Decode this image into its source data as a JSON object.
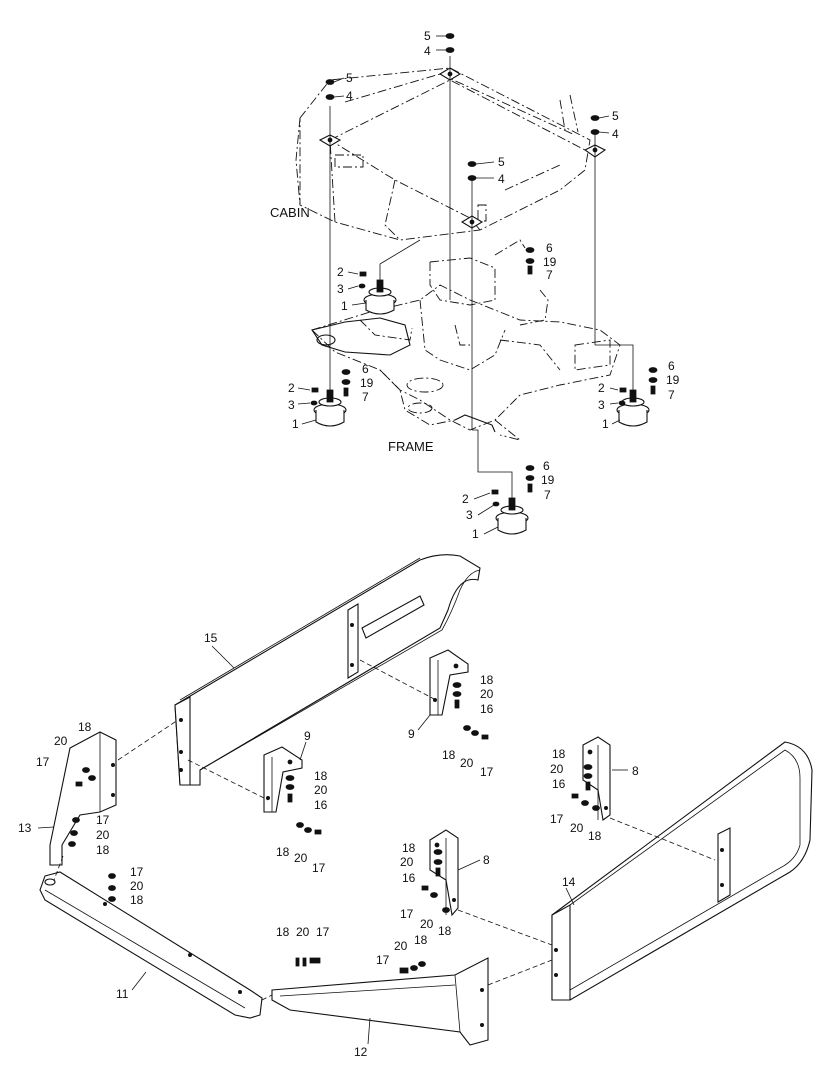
{
  "diagram": {
    "section_labels": {
      "cabin": "CABIN",
      "frame": "FRAME"
    },
    "callouts": [
      {
        "id": "c1",
        "text": "5"
      },
      {
        "id": "c2",
        "text": "4"
      },
      {
        "id": "c3",
        "text": "5"
      },
      {
        "id": "c4",
        "text": "4"
      },
      {
        "id": "c5",
        "text": "5"
      },
      {
        "id": "c6",
        "text": "4"
      },
      {
        "id": "c7",
        "text": "5"
      },
      {
        "id": "c8",
        "text": "4"
      },
      {
        "id": "c9",
        "text": "6"
      },
      {
        "id": "c10",
        "text": "19"
      },
      {
        "id": "c11",
        "text": "7"
      },
      {
        "id": "c12",
        "text": "2"
      },
      {
        "id": "c13",
        "text": "3"
      },
      {
        "id": "c14",
        "text": "1"
      },
      {
        "id": "c15",
        "text": "6"
      },
      {
        "id": "c16",
        "text": "19"
      },
      {
        "id": "c17",
        "text": "7"
      },
      {
        "id": "c18",
        "text": "2"
      },
      {
        "id": "c19",
        "text": "3"
      },
      {
        "id": "c20",
        "text": "1"
      },
      {
        "id": "c21",
        "text": "6"
      },
      {
        "id": "c22",
        "text": "19"
      },
      {
        "id": "c23",
        "text": "7"
      },
      {
        "id": "c24",
        "text": "2"
      },
      {
        "id": "c25",
        "text": "3"
      },
      {
        "id": "c26",
        "text": "1"
      },
      {
        "id": "c27",
        "text": "6"
      },
      {
        "id": "c28",
        "text": "19"
      },
      {
        "id": "c29",
        "text": "7"
      },
      {
        "id": "c30",
        "text": "2"
      },
      {
        "id": "c31",
        "text": "3"
      },
      {
        "id": "c32",
        "text": "1"
      },
      {
        "id": "c33",
        "text": "15"
      },
      {
        "id": "c34",
        "text": "18"
      },
      {
        "id": "c35",
        "text": "20"
      },
      {
        "id": "c36",
        "text": "16"
      },
      {
        "id": "c37",
        "text": "9"
      },
      {
        "id": "c38",
        "text": "18"
      },
      {
        "id": "c39",
        "text": "20"
      },
      {
        "id": "c40",
        "text": "17"
      },
      {
        "id": "c41",
        "text": "9"
      },
      {
        "id": "c42",
        "text": "18"
      },
      {
        "id": "c43",
        "text": "20"
      },
      {
        "id": "c44",
        "text": "16"
      },
      {
        "id": "c45",
        "text": "18"
      },
      {
        "id": "c46",
        "text": "20"
      },
      {
        "id": "c47",
        "text": "17"
      },
      {
        "id": "c48",
        "text": "18"
      },
      {
        "id": "c49",
        "text": "20"
      },
      {
        "id": "c50",
        "text": "17"
      },
      {
        "id": "c51",
        "text": "13"
      },
      {
        "id": "c52",
        "text": "17"
      },
      {
        "id": "c53",
        "text": "20"
      },
      {
        "id": "c54",
        "text": "18"
      },
      {
        "id": "c55",
        "text": "18"
      },
      {
        "id": "c56",
        "text": "20"
      },
      {
        "id": "c57",
        "text": "16"
      },
      {
        "id": "c58",
        "text": "8"
      },
      {
        "id": "c59",
        "text": "17"
      },
      {
        "id": "c60",
        "text": "20"
      },
      {
        "id": "c61",
        "text": "18"
      },
      {
        "id": "c62",
        "text": "18"
      },
      {
        "id": "c63",
        "text": "20"
      },
      {
        "id": "c64",
        "text": "16"
      },
      {
        "id": "c65",
        "text": "8"
      },
      {
        "id": "c66",
        "text": "17"
      },
      {
        "id": "c67",
        "text": "20"
      },
      {
        "id": "c68",
        "text": "18"
      },
      {
        "id": "c69",
        "text": "17"
      },
      {
        "id": "c70",
        "text": "20"
      },
      {
        "id": "c71",
        "text": "18"
      },
      {
        "id": "c72",
        "text": "14"
      },
      {
        "id": "c73",
        "text": "18"
      },
      {
        "id": "c74",
        "text": "20"
      },
      {
        "id": "c75",
        "text": "17"
      },
      {
        "id": "c76",
        "text": "20"
      },
      {
        "id": "c77",
        "text": "18"
      },
      {
        "id": "c78",
        "text": "17"
      },
      {
        "id": "c79",
        "text": "11"
      },
      {
        "id": "c80",
        "text": "12"
      }
    ]
  }
}
